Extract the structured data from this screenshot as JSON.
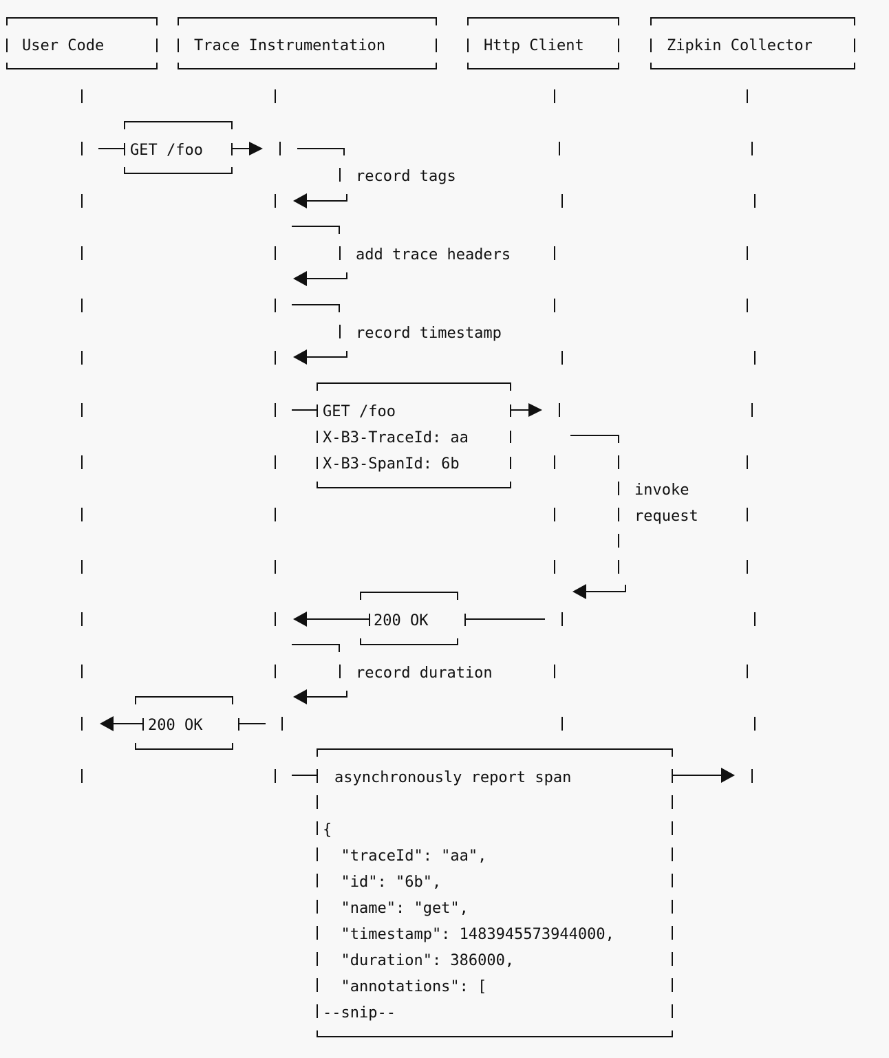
{
  "participants": {
    "user_code": "User Code",
    "trace_instrumentation": "Trace Instrumentation",
    "http_client": "Http Client",
    "zipkin_collector": "Zipkin Collector"
  },
  "messages": {
    "get_foo_1": "GET /foo",
    "record_tags": "record tags",
    "add_trace_headers": "add trace headers",
    "record_timestamp": "record timestamp",
    "get_foo_2": "GET /foo",
    "trace_id_header": "X-B3-TraceId: aa",
    "span_id_header": "X-B3-SpanId: 6b",
    "invoke": "invoke",
    "request": "request",
    "ok_1": "200 OK",
    "record_duration": "record duration",
    "ok_2": "200 OK",
    "report_span": "asynchronously report span"
  },
  "span_json": [
    "{",
    "  \"traceId\": \"aa\",",
    "  \"id\": \"6b\",",
    "  \"name\": \"get\",",
    "  \"timestamp\": 1483945573944000,",
    "  \"duration\": 386000,",
    "  \"annotations\": [",
    "--snip--"
  ],
  "colors": {
    "background": "#f8f8f8",
    "ink": "#111111"
  }
}
